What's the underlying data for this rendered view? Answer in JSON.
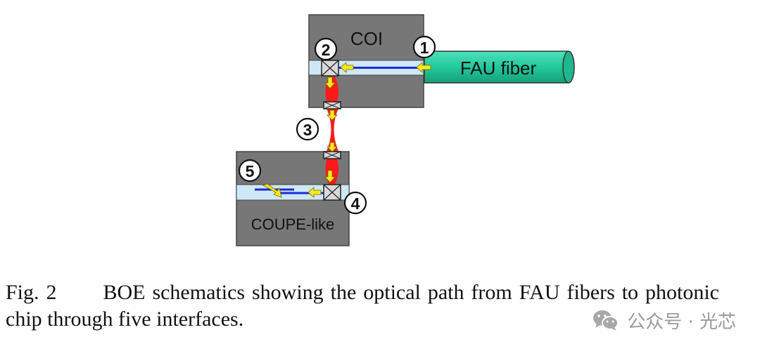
{
  "diagram": {
    "labels": {
      "coi": "COI",
      "fau_fiber": "FAU fiber",
      "coupe": "COUPE-like"
    },
    "markers": [
      "1",
      "2",
      "3",
      "4",
      "5"
    ],
    "colors": {
      "block": "#777777",
      "fiber": "#23c89b",
      "beam": "#ff1a1a",
      "waveguide_cladding": "#cfe8f5",
      "waveguide_core": "#1c2bd6",
      "arrow": "#ffe91a"
    }
  },
  "caption": {
    "label": "Fig. 2",
    "text": "BOE schematics showing the optical path from FAU fibers to photonic chip through five interfaces."
  },
  "watermark": {
    "text": "公众号 · 光芯",
    "icon": "wechat-icon"
  }
}
